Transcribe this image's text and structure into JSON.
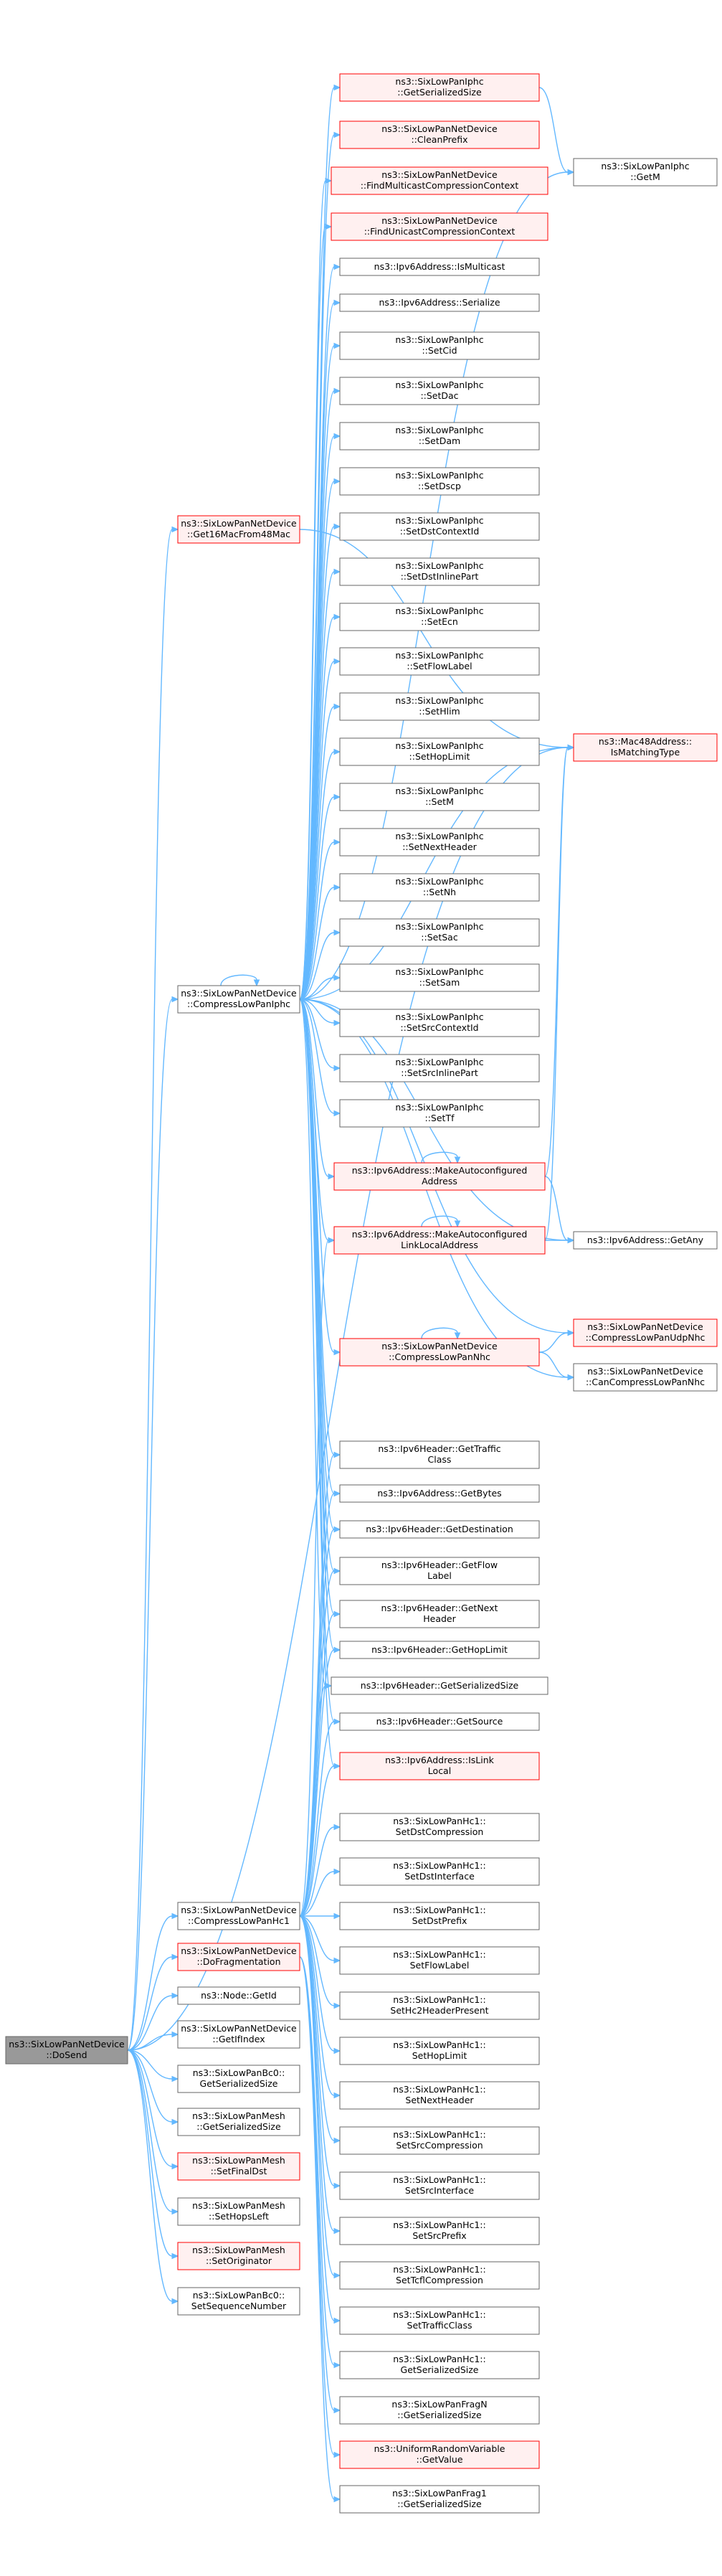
{
  "colors": {
    "edge": "#63b8ff",
    "normal_border": "#666666",
    "normal_fill": "#ffffff",
    "red_border": "#ff0000",
    "red_fill": "#fff0f0",
    "root_fill": "#999999",
    "root_border": "#666666"
  },
  "nodes": [
    {
      "id": "dosend",
      "lines": [
        "ns3::SixLowPanNetDevice",
        "::DoSend"
      ],
      "style": "root"
    },
    {
      "id": "get16",
      "lines": [
        "ns3::SixLowPanNetDevice",
        "::Get16MacFrom48Mac"
      ],
      "style": "red"
    },
    {
      "id": "cliphc",
      "lines": [
        "ns3::SixLowPanNetDevice",
        "::CompressLowPanIphc"
      ],
      "style": "normal"
    },
    {
      "id": "clhc1",
      "lines": [
        "ns3::SixLowPanNetDevice",
        "::CompressLowPanHc1"
      ],
      "style": "normal"
    },
    {
      "id": "dofrag",
      "lines": [
        "ns3::SixLowPanNetDevice",
        "::DoFragmentation"
      ],
      "style": "red"
    },
    {
      "id": "nodegetid",
      "lines": [
        "ns3::Node::GetId"
      ],
      "style": "normal"
    },
    {
      "id": "getifindex",
      "lines": [
        "ns3::SixLowPanNetDevice",
        "::GetIfIndex"
      ],
      "style": "normal"
    },
    {
      "id": "bc0size",
      "lines": [
        "ns3::SixLowPanBc0::",
        "GetSerializedSize"
      ],
      "style": "normal"
    },
    {
      "id": "meshsize",
      "lines": [
        "ns3::SixLowPanMesh",
        "::GetSerializedSize"
      ],
      "style": "normal"
    },
    {
      "id": "setfinaldst",
      "lines": [
        "ns3::SixLowPanMesh",
        "::SetFinalDst"
      ],
      "style": "red"
    },
    {
      "id": "sethopsleft",
      "lines": [
        "ns3::SixLowPanMesh",
        "::SetHopsLeft"
      ],
      "style": "normal"
    },
    {
      "id": "setoriginator",
      "lines": [
        "ns3::SixLowPanMesh",
        "::SetOriginator"
      ],
      "style": "red"
    },
    {
      "id": "setseqnum",
      "lines": [
        "ns3::SixLowPanBc0::",
        "SetSequenceNumber"
      ],
      "style": "normal"
    },
    {
      "id": "iphcsersize",
      "lines": [
        "ns3::SixLowPanIphc",
        "::GetSerializedSize"
      ],
      "style": "red"
    },
    {
      "id": "cleanprefix",
      "lines": [
        "ns3::SixLowPanNetDevice",
        "::CleanPrefix"
      ],
      "style": "red"
    },
    {
      "id": "findmulti",
      "lines": [
        "ns3::SixLowPanNetDevice",
        "::FindMulticastCompressionContext"
      ],
      "style": "red"
    },
    {
      "id": "finduni",
      "lines": [
        "ns3::SixLowPanNetDevice",
        "::FindUnicastCompressionContext"
      ],
      "style": "red"
    },
    {
      "id": "ismulticast",
      "lines": [
        "ns3::Ipv6Address::IsMulticast"
      ],
      "style": "normal"
    },
    {
      "id": "serialize",
      "lines": [
        "ns3::Ipv6Address::Serialize"
      ],
      "style": "normal"
    },
    {
      "id": "setcid",
      "lines": [
        "ns3::SixLowPanIphc",
        "::SetCid"
      ],
      "style": "normal"
    },
    {
      "id": "setdac",
      "lines": [
        "ns3::SixLowPanIphc",
        "::SetDac"
      ],
      "style": "normal"
    },
    {
      "id": "setdam",
      "lines": [
        "ns3::SixLowPanIphc",
        "::SetDam"
      ],
      "style": "normal"
    },
    {
      "id": "setdscp",
      "lines": [
        "ns3::SixLowPanIphc",
        "::SetDscp"
      ],
      "style": "normal"
    },
    {
      "id": "setdstctx",
      "lines": [
        "ns3::SixLowPanIphc",
        "::SetDstContextId"
      ],
      "style": "normal"
    },
    {
      "id": "setdstinline",
      "lines": [
        "ns3::SixLowPanIphc",
        "::SetDstInlinePart"
      ],
      "style": "normal"
    },
    {
      "id": "setecn",
      "lines": [
        "ns3::SixLowPanIphc",
        "::SetEcn"
      ],
      "style": "normal"
    },
    {
      "id": "setflowlabel",
      "lines": [
        "ns3::SixLowPanIphc",
        "::SetFlowLabel"
      ],
      "style": "normal"
    },
    {
      "id": "sethlim",
      "lines": [
        "ns3::SixLowPanIphc",
        "::SetHlim"
      ],
      "style": "normal"
    },
    {
      "id": "sethoplimit",
      "lines": [
        "ns3::SixLowPanIphc",
        "::SetHopLimit"
      ],
      "style": "normal"
    },
    {
      "id": "setm",
      "lines": [
        "ns3::SixLowPanIphc",
        "::SetM"
      ],
      "style": "normal"
    },
    {
      "id": "setnextheader",
      "lines": [
        "ns3::SixLowPanIphc",
        "::SetNextHeader"
      ],
      "style": "normal"
    },
    {
      "id": "setnh",
      "lines": [
        "ns3::SixLowPanIphc",
        "::SetNh"
      ],
      "style": "normal"
    },
    {
      "id": "setsac",
      "lines": [
        "ns3::SixLowPanIphc",
        "::SetSac"
      ],
      "style": "normal"
    },
    {
      "id": "setsam",
      "lines": [
        "ns3::SixLowPanIphc",
        "::SetSam"
      ],
      "style": "normal"
    },
    {
      "id": "setsrcctx",
      "lines": [
        "ns3::SixLowPanIphc",
        "::SetSrcContextId"
      ],
      "style": "normal"
    },
    {
      "id": "setsrcinline",
      "lines": [
        "ns3::SixLowPanIphc",
        "::SetSrcInlinePart"
      ],
      "style": "normal"
    },
    {
      "id": "settf",
      "lines": [
        "ns3::SixLowPanIphc",
        "::SetTf"
      ],
      "style": "normal"
    },
    {
      "id": "makeauto",
      "lines": [
        "ns3::Ipv6Address::MakeAutoconfigured",
        "Address"
      ],
      "style": "red"
    },
    {
      "id": "makeautoll",
      "lines": [
        "ns3::Ipv6Address::MakeAutoconfigured",
        "LinkLocalAddress"
      ],
      "style": "red"
    },
    {
      "id": "clnhc",
      "lines": [
        "ns3::SixLowPanNetDevice",
        "::CompressLowPanNhc"
      ],
      "style": "red"
    },
    {
      "id": "gettraffic",
      "lines": [
        "ns3::Ipv6Header::GetTraffic",
        "Class"
      ],
      "style": "normal"
    },
    {
      "id": "getbytes",
      "lines": [
        "ns3::Ipv6Address::GetBytes"
      ],
      "style": "normal"
    },
    {
      "id": "getdest",
      "lines": [
        "ns3::Ipv6Header::GetDestination"
      ],
      "style": "normal"
    },
    {
      "id": "getflow",
      "lines": [
        "ns3::Ipv6Header::GetFlow",
        "Label"
      ],
      "style": "normal"
    },
    {
      "id": "getnext",
      "lines": [
        "ns3::Ipv6Header::GetNext",
        "Header"
      ],
      "style": "normal"
    },
    {
      "id": "gethoplimit",
      "lines": [
        "ns3::Ipv6Header::GetHopLimit"
      ],
      "style": "normal"
    },
    {
      "id": "getsersize",
      "lines": [
        "ns3::Ipv6Header::GetSerializedSize"
      ],
      "style": "normal"
    },
    {
      "id": "getsource",
      "lines": [
        "ns3::Ipv6Header::GetSource"
      ],
      "style": "normal"
    },
    {
      "id": "islinklocal",
      "lines": [
        "ns3::Ipv6Address::IsLink",
        "Local"
      ],
      "style": "red"
    },
    {
      "id": "hc1setdstcomp",
      "lines": [
        "ns3::SixLowPanHc1::",
        "SetDstCompression"
      ],
      "style": "normal"
    },
    {
      "id": "hc1setdstif",
      "lines": [
        "ns3::SixLowPanHc1::",
        "SetDstInterface"
      ],
      "style": "normal"
    },
    {
      "id": "hc1setdstpre",
      "lines": [
        "ns3::SixLowPanHc1::",
        "SetDstPrefix"
      ],
      "style": "normal"
    },
    {
      "id": "hc1setflow",
      "lines": [
        "ns3::SixLowPanHc1::",
        "SetFlowLabel"
      ],
      "style": "normal"
    },
    {
      "id": "hc1sethc2",
      "lines": [
        "ns3::SixLowPanHc1::",
        "SetHc2HeaderPresent"
      ],
      "style": "normal"
    },
    {
      "id": "hc1sethop",
      "lines": [
        "ns3::SixLowPanHc1::",
        "SetHopLimit"
      ],
      "style": "normal"
    },
    {
      "id": "hc1setnext",
      "lines": [
        "ns3::SixLowPanHc1::",
        "SetNextHeader"
      ],
      "style": "normal"
    },
    {
      "id": "hc1setsrccomp",
      "lines": [
        "ns3::SixLowPanHc1::",
        "SetSrcCompression"
      ],
      "style": "normal"
    },
    {
      "id": "hc1setsrcif",
      "lines": [
        "ns3::SixLowPanHc1::",
        "SetSrcInterface"
      ],
      "style": "normal"
    },
    {
      "id": "hc1setsrcpre",
      "lines": [
        "ns3::SixLowPanHc1::",
        "SetSrcPrefix"
      ],
      "style": "normal"
    },
    {
      "id": "hc1settcl",
      "lines": [
        "ns3::SixLowPanHc1::",
        "SetTcflCompression"
      ],
      "style": "normal"
    },
    {
      "id": "hc1settraffic",
      "lines": [
        "ns3::SixLowPanHc1::",
        "SetTrafficClass"
      ],
      "style": "normal"
    },
    {
      "id": "hc1getsize",
      "lines": [
        "ns3::SixLowPanHc1::",
        "GetSerializedSize"
      ],
      "style": "normal"
    },
    {
      "id": "fragnsize",
      "lines": [
        "ns3::SixLowPanFragN",
        "::GetSerializedSize"
      ],
      "style": "normal"
    },
    {
      "id": "urvgetvalue",
      "lines": [
        "ns3::UniformRandomVariable",
        "::GetValue"
      ],
      "style": "red"
    },
    {
      "id": "frag1size",
      "lines": [
        "ns3::SixLowPanFrag1",
        "::GetSerializedSize"
      ],
      "style": "normal"
    },
    {
      "id": "getm",
      "lines": [
        "ns3::SixLowPanIphc",
        "::GetM"
      ],
      "style": "normal"
    },
    {
      "id": "ismatching",
      "lines": [
        "ns3::Mac48Address::",
        "IsMatchingType"
      ],
      "style": "red"
    },
    {
      "id": "getany",
      "lines": [
        "ns3::Ipv6Address::GetAny"
      ],
      "style": "normal"
    },
    {
      "id": "cludpnhc",
      "lines": [
        "ns3::SixLowPanNetDevice",
        "::CompressLowPanUdpNhc"
      ],
      "style": "red"
    },
    {
      "id": "cancompress",
      "lines": [
        "ns3::SixLowPanNetDevice",
        "::CanCompressLowPanNhc"
      ],
      "style": "normal"
    }
  ],
  "edges": [
    [
      "dosend",
      "get16"
    ],
    [
      "dosend",
      "cliphc"
    ],
    [
      "dosend",
      "clhc1"
    ],
    [
      "dosend",
      "dofrag"
    ],
    [
      "dosend",
      "nodegetid"
    ],
    [
      "dosend",
      "getifindex"
    ],
    [
      "dosend",
      "bc0size"
    ],
    [
      "dosend",
      "meshsize"
    ],
    [
      "dosend",
      "setfinaldst"
    ],
    [
      "dosend",
      "sethopsleft"
    ],
    [
      "dosend",
      "setoriginator"
    ],
    [
      "dosend",
      "setseqnum"
    ],
    [
      "dosend",
      "ismatching"
    ],
    [
      "get16",
      "ismatching"
    ],
    [
      "cliphc",
      "cliphc"
    ],
    [
      "cliphc",
      "iphcsersize"
    ],
    [
      "cliphc",
      "cleanprefix"
    ],
    [
      "cliphc",
      "findmulti"
    ],
    [
      "cliphc",
      "finduni"
    ],
    [
      "cliphc",
      "ismulticast"
    ],
    [
      "cliphc",
      "serialize"
    ],
    [
      "cliphc",
      "setcid"
    ],
    [
      "cliphc",
      "setdac"
    ],
    [
      "cliphc",
      "setdam"
    ],
    [
      "cliphc",
      "setdscp"
    ],
    [
      "cliphc",
      "setdstctx"
    ],
    [
      "cliphc",
      "setdstinline"
    ],
    [
      "cliphc",
      "setecn"
    ],
    [
      "cliphc",
      "setflowlabel"
    ],
    [
      "cliphc",
      "sethlim"
    ],
    [
      "cliphc",
      "sethoplimit"
    ],
    [
      "cliphc",
      "setm"
    ],
    [
      "cliphc",
      "setnextheader"
    ],
    [
      "cliphc",
      "setnh"
    ],
    [
      "cliphc",
      "setsac"
    ],
    [
      "cliphc",
      "setsam"
    ],
    [
      "cliphc",
      "setsrcctx"
    ],
    [
      "cliphc",
      "setsrcinline"
    ],
    [
      "cliphc",
      "settf"
    ],
    [
      "cliphc",
      "makeauto"
    ],
    [
      "cliphc",
      "makeautoll"
    ],
    [
      "cliphc",
      "getany"
    ],
    [
      "cliphc",
      "clnhc"
    ],
    [
      "cliphc",
      "cludpnhc"
    ],
    [
      "cliphc",
      "cancompress"
    ],
    [
      "cliphc",
      "gettraffic"
    ],
    [
      "cliphc",
      "getbytes"
    ],
    [
      "cliphc",
      "getdest"
    ],
    [
      "cliphc",
      "getflow"
    ],
    [
      "cliphc",
      "getnext"
    ],
    [
      "cliphc",
      "gethoplimit"
    ],
    [
      "cliphc",
      "getsersize"
    ],
    [
      "cliphc",
      "getsource"
    ],
    [
      "cliphc",
      "islinklocal"
    ],
    [
      "cliphc",
      "getm"
    ],
    [
      "cliphc",
      "ismatching"
    ],
    [
      "iphcsersize",
      "getm"
    ],
    [
      "makeauto",
      "makeauto"
    ],
    [
      "makeauto",
      "ismatching"
    ],
    [
      "makeauto",
      "getany"
    ],
    [
      "makeautoll",
      "makeautoll"
    ],
    [
      "makeautoll",
      "ismatching"
    ],
    [
      "makeautoll",
      "getany"
    ],
    [
      "clnhc",
      "clnhc"
    ],
    [
      "clnhc",
      "cludpnhc"
    ],
    [
      "clnhc",
      "cancompress"
    ],
    [
      "clhc1",
      "makeautoll"
    ],
    [
      "clhc1",
      "gettraffic"
    ],
    [
      "clhc1",
      "getbytes"
    ],
    [
      "clhc1",
      "getdest"
    ],
    [
      "clhc1",
      "getflow"
    ],
    [
      "clhc1",
      "getnext"
    ],
    [
      "clhc1",
      "gethoplimit"
    ],
    [
      "clhc1",
      "getsersize"
    ],
    [
      "clhc1",
      "getsource"
    ],
    [
      "clhc1",
      "islinklocal"
    ],
    [
      "clhc1",
      "hc1setdstcomp"
    ],
    [
      "clhc1",
      "hc1setdstif"
    ],
    [
      "clhc1",
      "hc1setdstpre"
    ],
    [
      "clhc1",
      "hc1setflow"
    ],
    [
      "clhc1",
      "hc1sethc2"
    ],
    [
      "clhc1",
      "hc1sethop"
    ],
    [
      "clhc1",
      "hc1setnext"
    ],
    [
      "clhc1",
      "hc1setsrccomp"
    ],
    [
      "clhc1",
      "hc1setsrcif"
    ],
    [
      "clhc1",
      "hc1setsrcpre"
    ],
    [
      "clhc1",
      "hc1settcl"
    ],
    [
      "clhc1",
      "hc1settraffic"
    ],
    [
      "dofrag",
      "hc1getsize"
    ],
    [
      "dofrag",
      "fragnsize"
    ],
    [
      "dofrag",
      "urvgetvalue"
    ],
    [
      "dofrag",
      "frag1size"
    ]
  ]
}
